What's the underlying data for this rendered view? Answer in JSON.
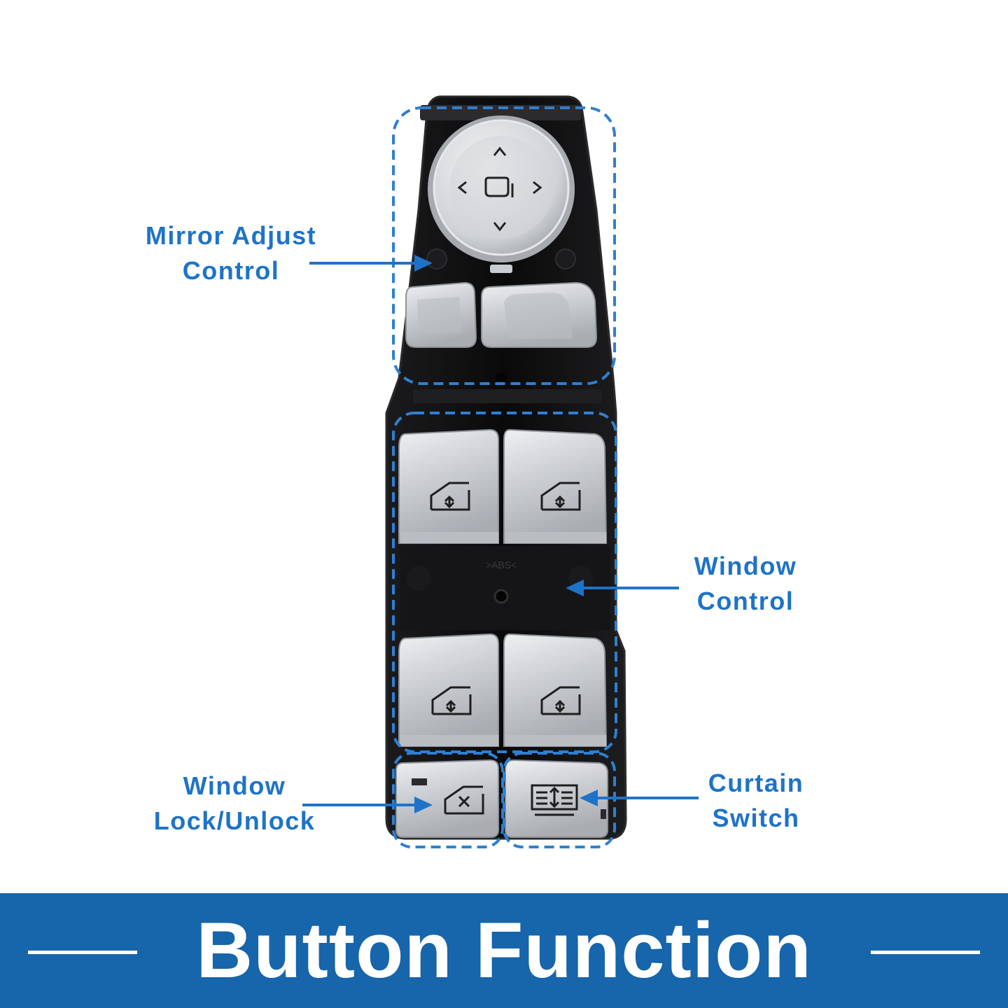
{
  "labels": {
    "mirror": {
      "line1": "Mirror Adjust",
      "line2": "Control"
    },
    "window_control": {
      "line1": "Window",
      "line2": "Control"
    },
    "window_lock": {
      "line1": "Window",
      "line2": "Lock/Unlock"
    },
    "curtain": {
      "line1": "Curtain",
      "line2": "Switch"
    }
  },
  "banner": {
    "title": "Button Function"
  },
  "colors": {
    "label_blue": "#1e73c8",
    "banner_blue": "#1765aa",
    "panel_black": "#0b0b0c",
    "chrome": "#cfd2d6"
  },
  "icons": [
    "mirror-arrow-up-icon",
    "mirror-arrow-down-icon",
    "mirror-arrow-left-icon",
    "mirror-arrow-right-icon",
    "mirror-select-icon",
    "window-updown-icon",
    "window-lock-icon",
    "curtain-icon"
  ]
}
